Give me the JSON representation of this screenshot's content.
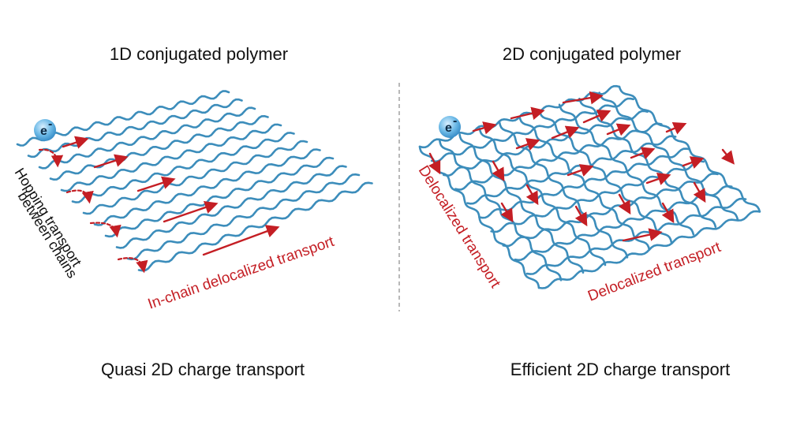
{
  "colors": {
    "chain": "#3c8dbb",
    "arrow": "#c41e24",
    "electron": "#5fb1e0",
    "text": "#111111",
    "divider": "#8a8a8a"
  },
  "left_panel": {
    "title": "1D conjugated polymer",
    "caption": "Quasi 2D charge transport",
    "electron_label": "e",
    "electron_superscript": "-",
    "hopping_label_line1": "Hopping transport",
    "hopping_label_line2": "between chains",
    "inchain_label": "In-chain delocalized transport"
  },
  "right_panel": {
    "title": "2D conjugated polymer",
    "caption": "Efficient 2D charge transport",
    "electron_label": "e",
    "electron_superscript": "-",
    "deloc_label_vertical": "Delocalized transport",
    "deloc_label_horizontal": "Delocalized transport"
  },
  "icons": [
    "electron-icon",
    "chain-icon",
    "arrow-icon",
    "divider-line"
  ]
}
